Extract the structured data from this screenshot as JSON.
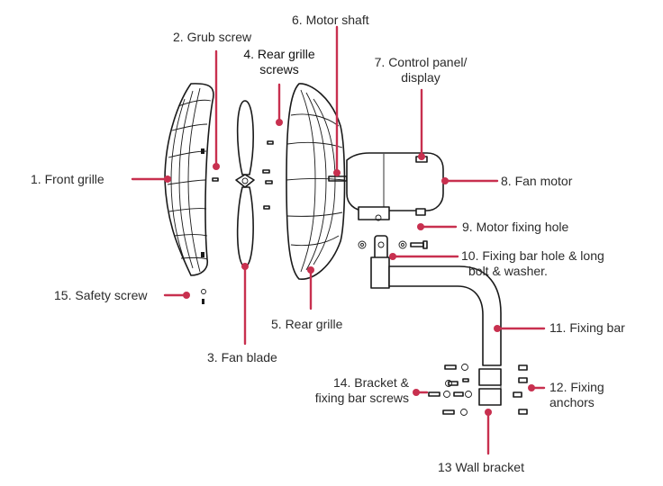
{
  "accent_color": "#c8304f",
  "line_color": "#1a1a1a",
  "labels": {
    "front_grille": "1. Front grille",
    "grub_screw": "2. Grub screw",
    "fan_blade": "3. Fan blade",
    "rear_grille_screws_1": "4. Rear grille",
    "rear_grille_screws_2": "screws",
    "rear_grille": "5. Rear grille",
    "motor_shaft": "6. Motor shaft",
    "control_panel_1": "7. Control panel/",
    "control_panel_2": "display",
    "fan_motor": "8. Fan motor",
    "motor_fixing_hole": "9. Motor fixing hole",
    "fixing_bar_hole_1": "10. Fixing bar hole & long",
    "fixing_bar_hole_2": "bolt & washer.",
    "fixing_bar": "11. Fixing bar",
    "fixing_anchors_1": "12. Fixing",
    "fixing_anchors_2": "anchors",
    "wall_bracket": "13 Wall bracket",
    "bracket_screws_1": "14. Bracket &",
    "bracket_screws_2": "fixing bar screws",
    "safety_screw": "15. Safety screw"
  }
}
